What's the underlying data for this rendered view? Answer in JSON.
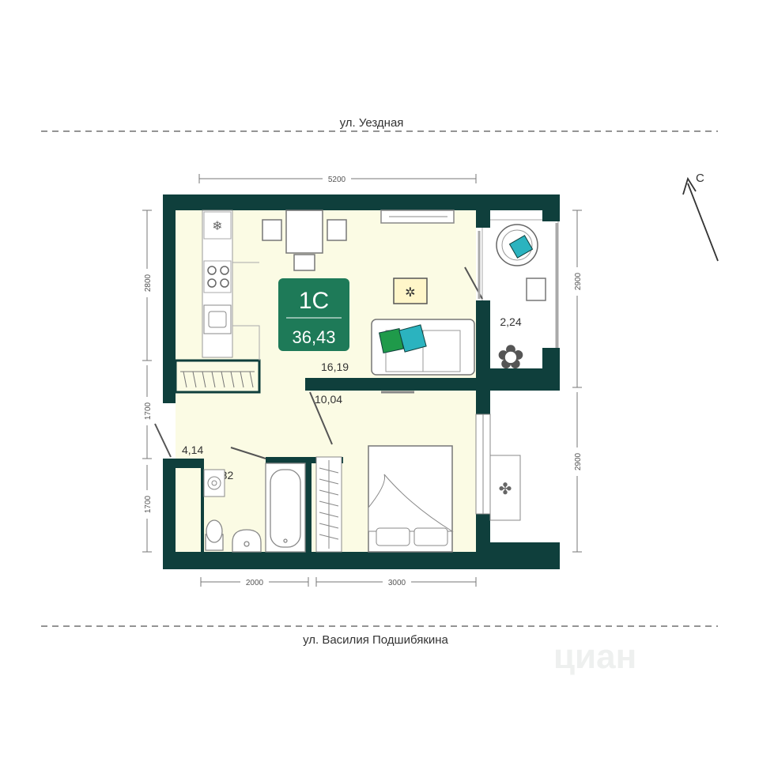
{
  "streets": {
    "top": "ул. Уездная",
    "bottom": "ул. Василия Подшибякина"
  },
  "compass": {
    "label": "С"
  },
  "badge": {
    "type": "1С",
    "total_area": "36,43",
    "color": "#1e7a58"
  },
  "rooms": {
    "living": "16,19",
    "bedroom": "10,04",
    "hall": "4,14",
    "bathroom": "3,82",
    "balcony": "2,24"
  },
  "dimensions": {
    "top_width": "5200",
    "left_upper": "2800",
    "left_middle": "1700",
    "left_lower": "1700",
    "right_upper": "2900",
    "right_lower": "2900",
    "bottom_left": "2000",
    "bottom_right": "3000"
  },
  "watermark": "циан",
  "colors": {
    "wall": "#0f3f3c",
    "floor": "#fbfbe4",
    "accent_teal": "#2bb3bf",
    "accent_green": "#1f9a4a"
  }
}
